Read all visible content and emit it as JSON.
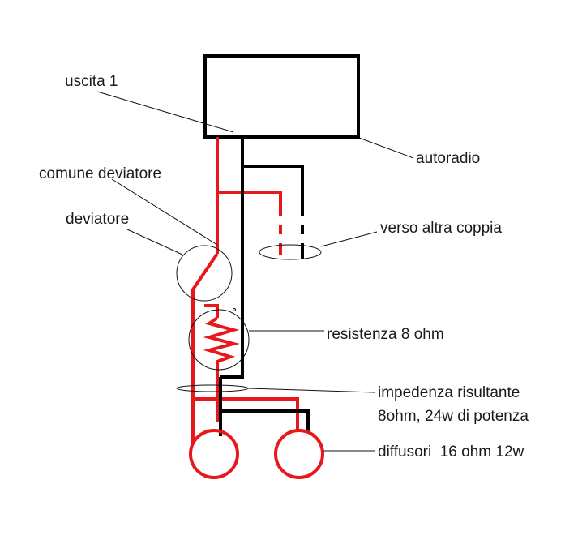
{
  "labels": {
    "uscita": "uscita 1",
    "autoradio": "autoradio",
    "comune_deviatore": "comune deviatore",
    "deviatore": "deviatore",
    "verso_altra_coppia": "verso altra coppia",
    "resistenza": "resistenza 8 ohm",
    "impedenza_line1": "impedenza risultante",
    "impedenza_line2": "8ohm, 24w di potenza",
    "diffusori": "diffusori  16 ohm 12w"
  },
  "colors": {
    "red_wire": "#e8171b",
    "black_wire": "#000000",
    "leader": "#111111"
  }
}
